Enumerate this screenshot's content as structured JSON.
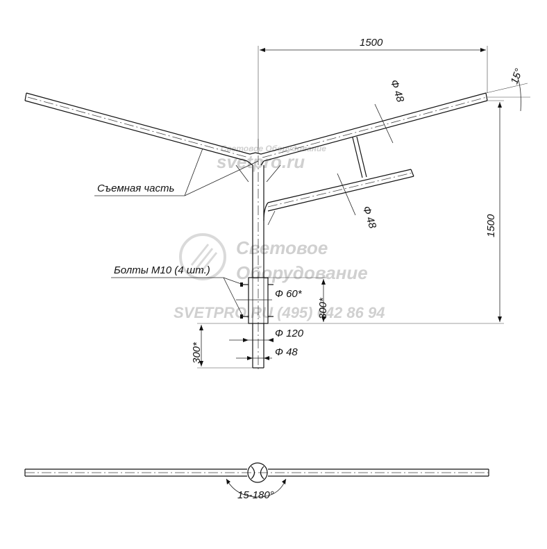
{
  "dimensions": {
    "width_top": "1500",
    "angle_top": "15°",
    "dia_upper_arm": "Ф 48",
    "dia_lower_arm": "Ф 48",
    "height_right": "1500",
    "sleeve_height": "300*",
    "sleeve_dia": "Ф 60*",
    "base_dia": "Ф 120",
    "spigot_dia": "Ф 48",
    "spigot_height": "300*",
    "rotation_angle": "15-180°"
  },
  "labels": {
    "removable_part": "Съемная часть",
    "bolts": "Болты М10 (4 шт.)"
  },
  "watermark": {
    "top_line1": "Световое Оборудование",
    "top_line2": "svetpro.ru",
    "mid_line1": "Световое",
    "mid_line2": "Оборудование",
    "mid_line3": "SVETPRO.RU  (495) 642 86 94"
  }
}
